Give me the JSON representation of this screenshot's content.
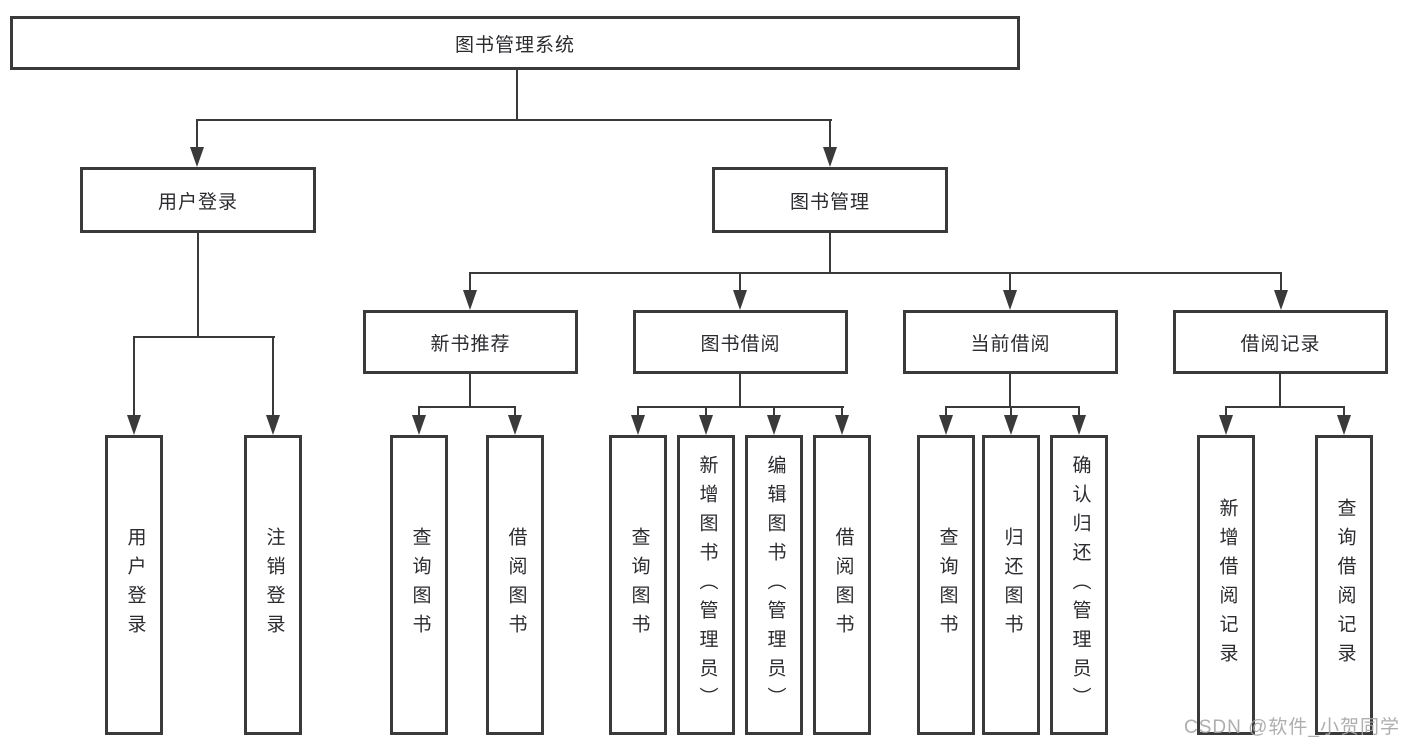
{
  "diagram": {
    "root": {
      "label": "图书管理系统"
    },
    "level2": [
      {
        "label": "用户登录"
      },
      {
        "label": "图书管理"
      }
    ],
    "level3": [
      {
        "label": "新书推荐"
      },
      {
        "label": "图书借阅"
      },
      {
        "label": "当前借阅"
      },
      {
        "label": "借阅记录"
      }
    ],
    "leaves": {
      "login": [
        {
          "label": "用户登录"
        },
        {
          "label": "注销登录"
        }
      ],
      "recommend": [
        {
          "label": "查询图书"
        },
        {
          "label": "借阅图书"
        }
      ],
      "borrow": [
        {
          "label": "查询图书"
        },
        {
          "label": "新增图书（管理员）"
        },
        {
          "label": "编辑图书（管理员）"
        },
        {
          "label": "借阅图书"
        }
      ],
      "current": [
        {
          "label": "查询图书"
        },
        {
          "label": "归还图书"
        },
        {
          "label": "确认归还（管理员）"
        }
      ],
      "records": [
        {
          "label": "新增借阅记录"
        },
        {
          "label": "查询借阅记录"
        }
      ]
    },
    "watermark": "CSDN @软件_小贺同学",
    "colors": {
      "line": "#3a3a3a",
      "text": "#2b2b30",
      "watermark": "#a6a6a6",
      "background": "#ffffff"
    }
  }
}
